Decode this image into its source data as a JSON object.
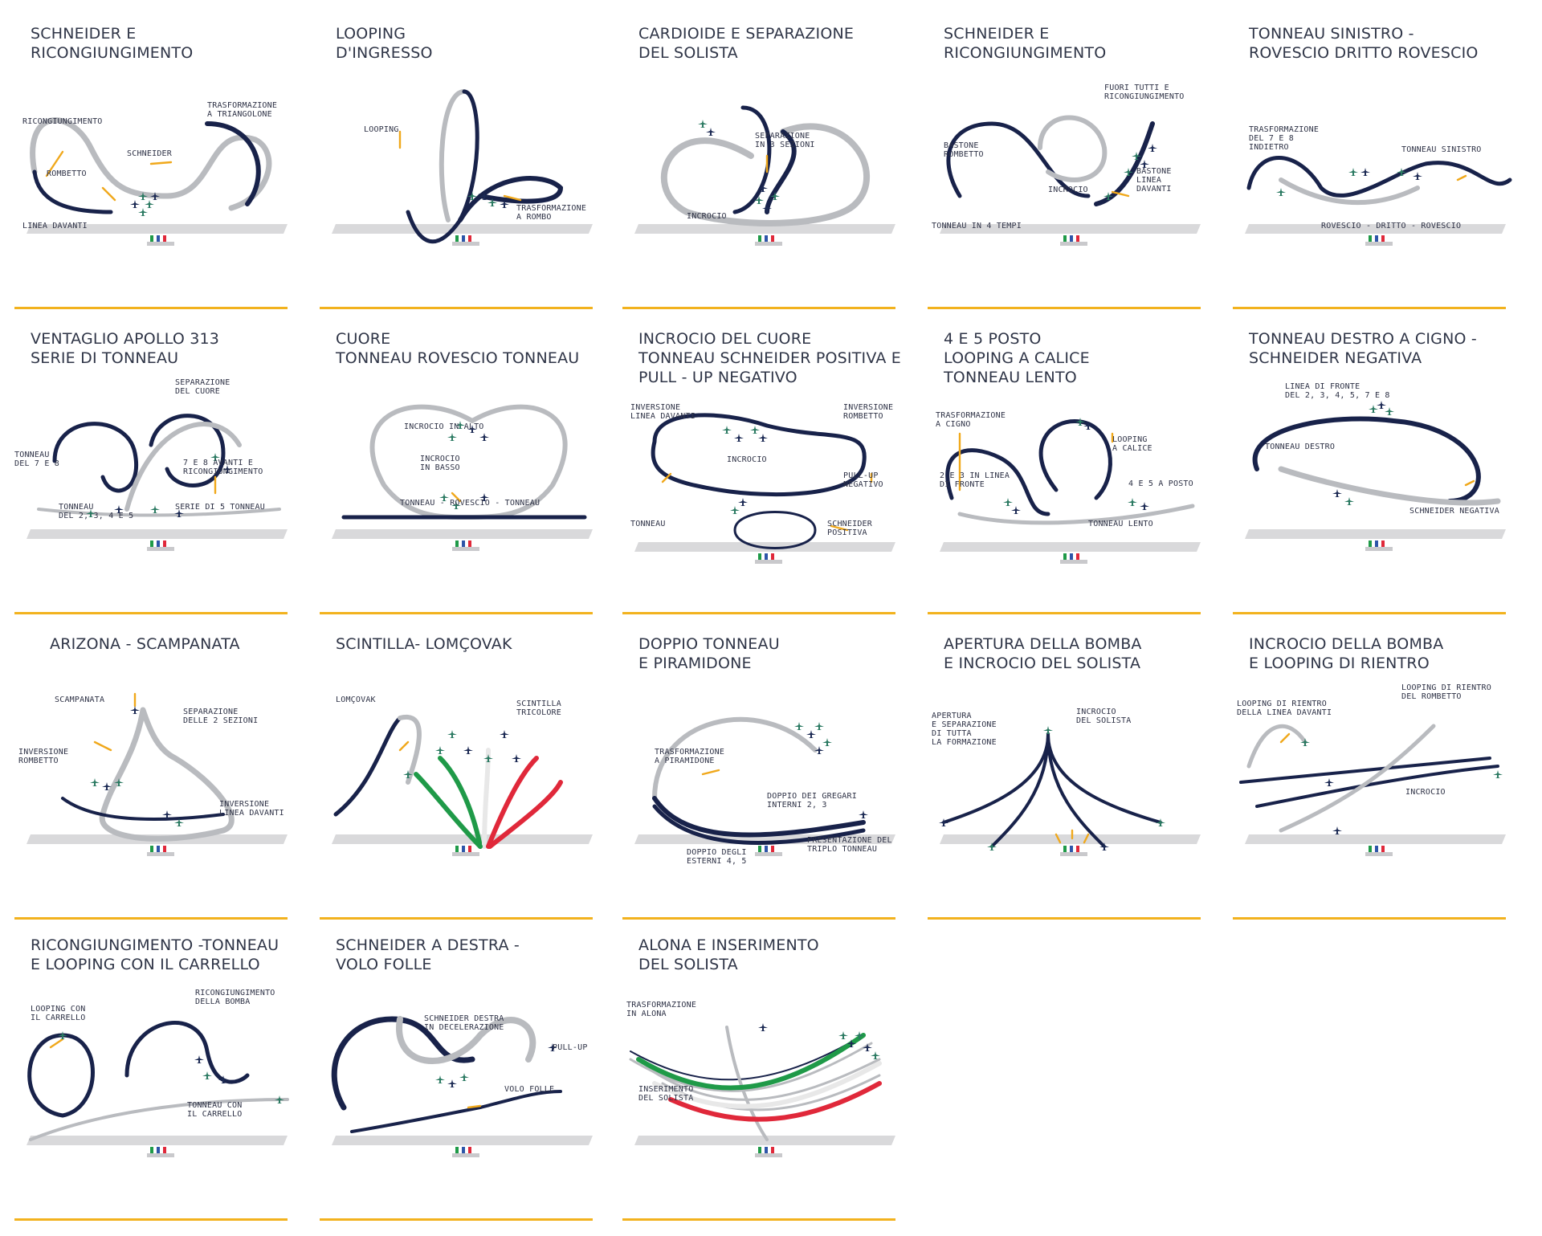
{
  "colors": {
    "trail_dark": "#18224a",
    "trail_grey": "#b9bbbf",
    "accent_orange": "#f2b21e",
    "ground": "#d9d9db",
    "tricolore_green": "#1f9a48",
    "tricolore_white": "#e8e8e8",
    "tricolore_red": "#e0283a",
    "title_text": "#2f3547"
  },
  "panels": [
    {
      "title": "SCHNEIDER E\nRICONGIUNGIMENTO",
      "labels": [
        "TRASFORMAZIONE\nA TRIANGOLONE",
        "RICONGIUNGIMENTO",
        "SCHNEIDER",
        "ROMBETTO",
        "LINEA DAVANTI"
      ]
    },
    {
      "title": "LOOPING\nD'INGRESSO",
      "labels": [
        "LOOPING",
        "TRASFORMAZIONE\nA ROMBO"
      ]
    },
    {
      "title": "CARDIOIDE E SEPARAZIONE\nDEL SOLISTA",
      "labels": [
        "SEPARAZIONE\nIN 3 SEZIONI",
        "INCROCIO"
      ]
    },
    {
      "title": "SCHNEIDER E\nRICONGIUNGIMENTO",
      "labels": [
        "FUORI TUTTI E\nRICONGIUNGIMENTO",
        "BASTONE\nROMBETTO",
        "BASTONE\nLINEA\nDAVANTI",
        "INCROCIO",
        "TONNEAU IN 4 TEMPI"
      ]
    },
    {
      "title": "TONNEAU SINISTRO -\nROVESCIO DRITTO ROVESCIO",
      "labels": [
        "TRASFORMAZIONE\nDEL 7 E 8\nINDIETRO",
        "TONNEAU SINISTRO",
        "ROVESCIO - DRITTO - ROVESCIO"
      ]
    },
    {
      "title": "VENTAGLIO APOLLO 313\nSERIE DI TONNEAU",
      "labels": [
        "SEPARAZIONE\nDEL CUORE",
        "TONNEAU\nDEL 7 E 8",
        "7 E 8 AVANTI E\nRICONGIUNGIMENTO",
        "TONNEAU\nDEL 2, 3, 4 E 5",
        "SERIE DI 5 TONNEAU"
      ]
    },
    {
      "title": "CUORE\nTONNEAU ROVESCIO TONNEAU",
      "labels": [
        "INCROCIO IN ALTO",
        "INCROCIO\nIN BASSO",
        "TONNEAU - ROVESCIO - TONNEAU"
      ]
    },
    {
      "title": "INCROCIO DEL CUORE\nTONNEAU SCHNEIDER POSITIVA E\nPULL - UP NEGATIVO",
      "labels": [
        "INVERSIONE\nLINEA DAVANTI",
        "INVERSIONE\nROMBETTO",
        "INCROCIO",
        "PULL-UP\nNEGATIVO",
        "TONNEAU",
        "SCHNEIDER\nPOSITIVA"
      ]
    },
    {
      "title": "4 E 5 POSTO\nLOOPING A CALICE\nTONNEAU LENTO",
      "labels": [
        "TRASFORMAZIONE\nA CIGNO",
        "LOOPING\nA CALICE",
        "2 E 3 IN LINEA\nDI FRONTE",
        "4 E 5 A POSTO",
        "TONNEAU LENTO"
      ]
    },
    {
      "title": "TONNEAU DESTRO A CIGNO -\nSCHNEIDER NEGATIVA",
      "labels": [
        "LINEA DI FRONTE\nDEL 2, 3, 4, 5, 7 E 8",
        "TONNEAU DESTRO",
        "SCHNEIDER NEGATIVA"
      ]
    },
    {
      "title": "ARIZONA - SCAMPANATA",
      "labels": [
        "SCAMPANATA",
        "SEPARAZIONE\nDELLE 2 SEZIONI",
        "INVERSIONE\nROMBETTO",
        "INVERSIONE\nLINEA DAVANTI"
      ]
    },
    {
      "title": "SCINTILLA- LOMÇOVAK",
      "labels": [
        "LOMÇOVAK",
        "SCINTILLA\nTRICOLORE"
      ]
    },
    {
      "title": "DOPPIO TONNEAU\nE PIRAMIDONE",
      "labels": [
        "TRASFORMAZIONE\nA PIRAMIDONE",
        "DOPPIO DEI GREGARI\nINTERNI 2, 3",
        "PRESENTAZIONE DEL\nTRIPLO TONNEAU",
        "DOPPIO DEGLI\nESTERNI 4, 5"
      ]
    },
    {
      "title": "APERTURA DELLA BOMBA\nE INCROCIO DEL SOLISTA",
      "labels": [
        "APERTURA\nE SEPARAZIONE\nDI TUTTA\nLA FORMAZIONE",
        "INCROCIO\nDEL SOLISTA"
      ]
    },
    {
      "title": "INCROCIO DELLA BOMBA\nE LOOPING DI RIENTRO",
      "labels": [
        "LOOPING DI RIENTRO\nDELLA LINEA DAVANTI",
        "LOOPING DI RIENTRO\nDEL ROMBETTO",
        "INCROCIO"
      ]
    },
    {
      "title": "RICONGIUNGIMENTO -TONNEAU\nE LOOPING CON IL CARRELLO",
      "labels": [
        "LOOPING CON\nIL CARRELLO",
        "RICONGIUNGIMENTO\nDELLA BOMBA",
        "TONNEAU CON\nIL CARRELLO"
      ]
    },
    {
      "title": "SCHNEIDER A DESTRA -\nVOLO FOLLE",
      "labels": [
        "SCHNEIDER DESTRA\nIN DECELERAZIONE",
        "PULL-UP",
        "VOLO FOLLE"
      ]
    },
    {
      "title": "ALONA E INSERIMENTO\nDEL SOLISTA",
      "labels": [
        "TRASFORMAZIONE\nIN ALONA",
        "INSERIMENTO\nDEL SOLISTA"
      ]
    }
  ]
}
